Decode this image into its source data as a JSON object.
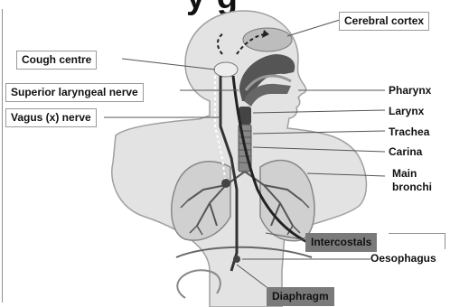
{
  "diagram": {
    "title": "y  g",
    "labels": {
      "cerebral_cortex": "Cerebral cortex",
      "cough_centre": "Cough centre",
      "superior_laryngeal_nerve": "Superior laryngeal nerve",
      "vagus_nerve": "Vagus (x) nerve",
      "pharynx": "Pharynx",
      "larynx": "Larynx",
      "trachea": "Trachea",
      "carina": "Carina",
      "main_bronchi_line1": "Main",
      "main_bronchi_line2": "bronchi",
      "intercostals": "Intercostals",
      "oesophagus": "Oesophagus",
      "diaphragm": "Diaphragm"
    }
  }
}
